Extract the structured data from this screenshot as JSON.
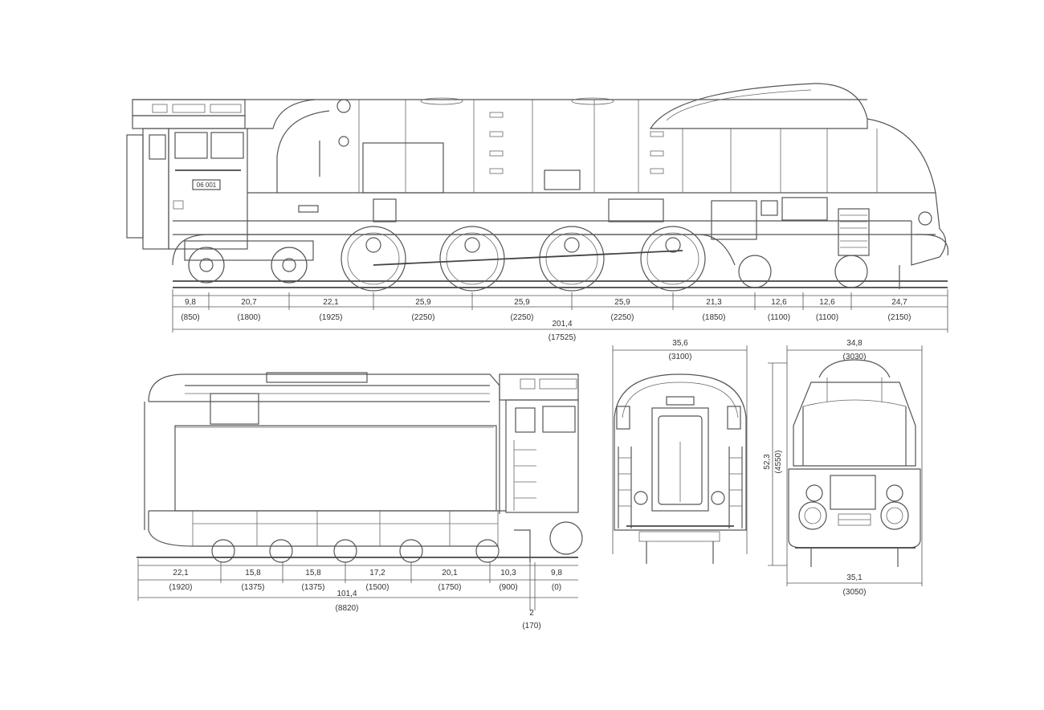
{
  "locomotive_number": "06 001",
  "side_view": {
    "segments": [
      {
        "value": "9,8",
        "mm": "(850)"
      },
      {
        "value": "20,7",
        "mm": "(1800)"
      },
      {
        "value": "22,1",
        "mm": "(1925)"
      },
      {
        "value": "25,9",
        "mm": "(2250)"
      },
      {
        "value": "25,9",
        "mm": "(2250)"
      },
      {
        "value": "25,9",
        "mm": "(2250)"
      },
      {
        "value": "21,3",
        "mm": "(1850)"
      },
      {
        "value": "12,6",
        "mm": "(1100)"
      },
      {
        "value": "12,6",
        "mm": "(1100)"
      },
      {
        "value": "24,7",
        "mm": "(2150)"
      }
    ],
    "total": {
      "value": "201,4",
      "mm": "(17525)"
    }
  },
  "tender_view": {
    "segments": [
      {
        "value": "22,1",
        "mm": "(1920)"
      },
      {
        "value": "15,8",
        "mm": "(1375)"
      },
      {
        "value": "15,8",
        "mm": "(1375)"
      },
      {
        "value": "17,2",
        "mm": "(1500)"
      },
      {
        "value": "20,1",
        "mm": "(1750)"
      },
      {
        "value": "10,3",
        "mm": "(900)"
      },
      {
        "value": "9,8",
        "mm": "(0)"
      }
    ],
    "total": {
      "value": "101,4",
      "mm": "(8820)"
    },
    "gap": {
      "value": "2",
      "mm": "(170)"
    }
  },
  "rear_view": {
    "width": {
      "value": "35,6",
      "mm": "(3100)"
    }
  },
  "front_view": {
    "top_width": {
      "value": "34,8",
      "mm": "(3030)"
    },
    "bottom_width": {
      "value": "35,1",
      "mm": "(3050)"
    },
    "height": {
      "value": "52,3",
      "mm": "(4550)"
    }
  }
}
